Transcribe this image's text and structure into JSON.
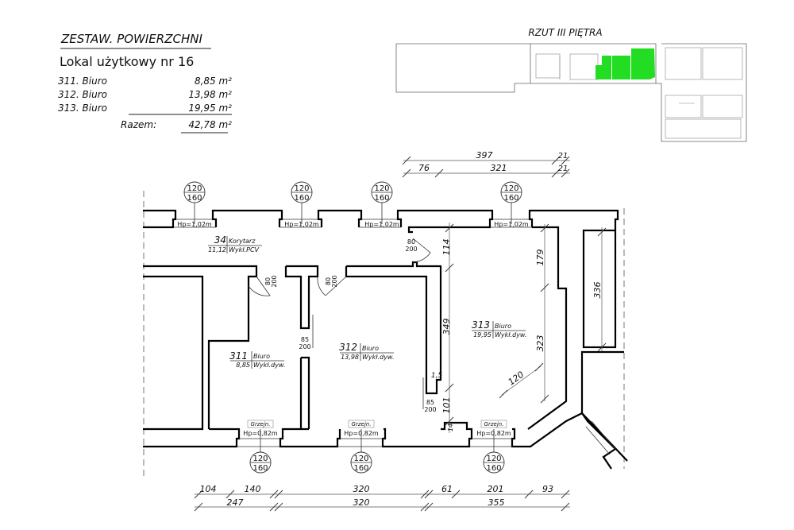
{
  "summary": {
    "title": "ZESTAW. POWIERZCHNI",
    "unit_title": "Lokal użytkowy nr 16",
    "rooms": [
      {
        "label": "311. Biuro",
        "area": "8,85 m²"
      },
      {
        "label": "312. Biuro",
        "area": "13,98 m²"
      },
      {
        "label": "313. Biuro",
        "area": "19,95 m²"
      }
    ],
    "total_label": "Razem:",
    "total_value": "42,78 m²"
  },
  "key_plan": {
    "title": "RZUT III PIĘTRA",
    "highlight_color": "#22dd22"
  },
  "plan": {
    "rooms": [
      {
        "number": "34",
        "name": "Korytarz",
        "area": "11,12",
        "floor": "Wykł.PCV"
      },
      {
        "number": "311",
        "name": "Biuro",
        "area": "8,85",
        "floor": "Wykł.dyw."
      },
      {
        "number": "312",
        "name": "Biuro",
        "area": "13,98",
        "floor": "Wykł.dyw."
      },
      {
        "number": "313",
        "name": "Biuro",
        "area": "19,95",
        "floor": "Wykł.dyw."
      }
    ],
    "window_tag": {
      "top": "120",
      "bottom": "160"
    },
    "top_sill": "Hp=1,02m",
    "bottom_sill": "Hp=0,82m",
    "radiator": "Grzejn.",
    "doors": [
      {
        "w": "80",
        "h": "200"
      },
      {
        "w": "80",
        "h": "200"
      },
      {
        "w": "80",
        "h": "200"
      },
      {
        "w": "85",
        "h": "200"
      },
      {
        "w": "85",
        "h": "200"
      }
    ],
    "dims_top_row1": [
      "397",
      "21"
    ],
    "dims_top_row2": [
      "76",
      "321",
      "21"
    ],
    "dims_bottom_row1": [
      "104",
      "140",
      "320",
      "61",
      "201",
      "93"
    ],
    "dims_bottom_row2": [
      "247",
      "320",
      "355"
    ],
    "dims_vertical_left": [
      "114",
      "349",
      "101"
    ],
    "dims_vertical_right": [
      "179",
      "323"
    ],
    "dim_shaft": "336",
    "dim_diagonal": "120",
    "dim_small_a": "1,5",
    "dim_small_b": "14"
  }
}
